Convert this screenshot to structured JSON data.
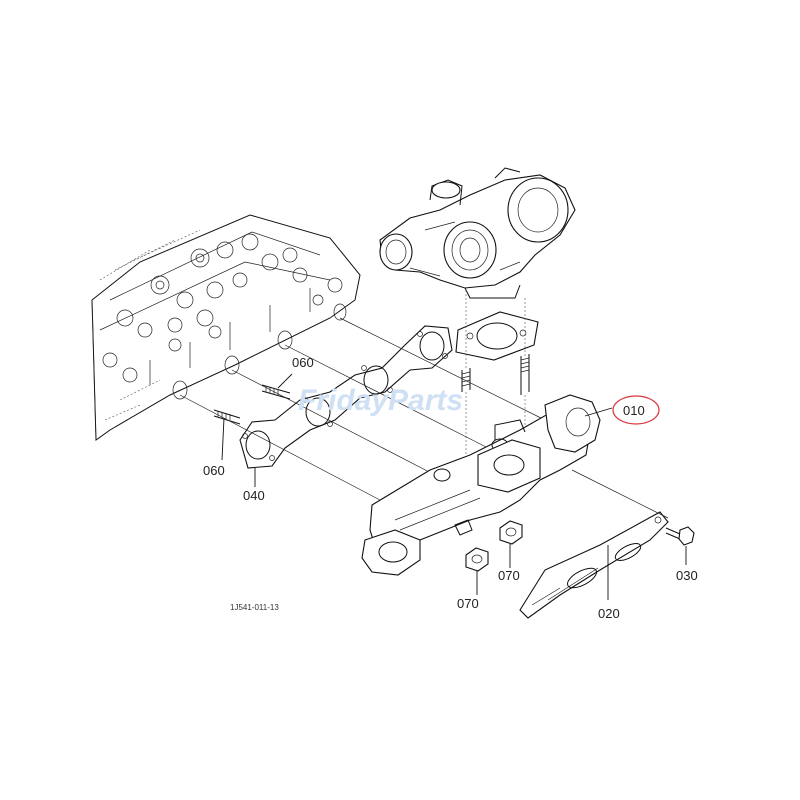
{
  "diagram": {
    "reference_code": "1J541-011-13",
    "watermark": "FridayParts",
    "highlight_color": "#d9363e",
    "parts": [
      {
        "id": "010",
        "label": "010",
        "highlighted": true
      },
      {
        "id": "020",
        "label": "020"
      },
      {
        "id": "030",
        "label": "030"
      },
      {
        "id": "040",
        "label": "040"
      },
      {
        "id": "060a",
        "label": "060"
      },
      {
        "id": "060b",
        "label": "060"
      },
      {
        "id": "070a",
        "label": "070"
      },
      {
        "id": "070b",
        "label": "070"
      }
    ]
  }
}
